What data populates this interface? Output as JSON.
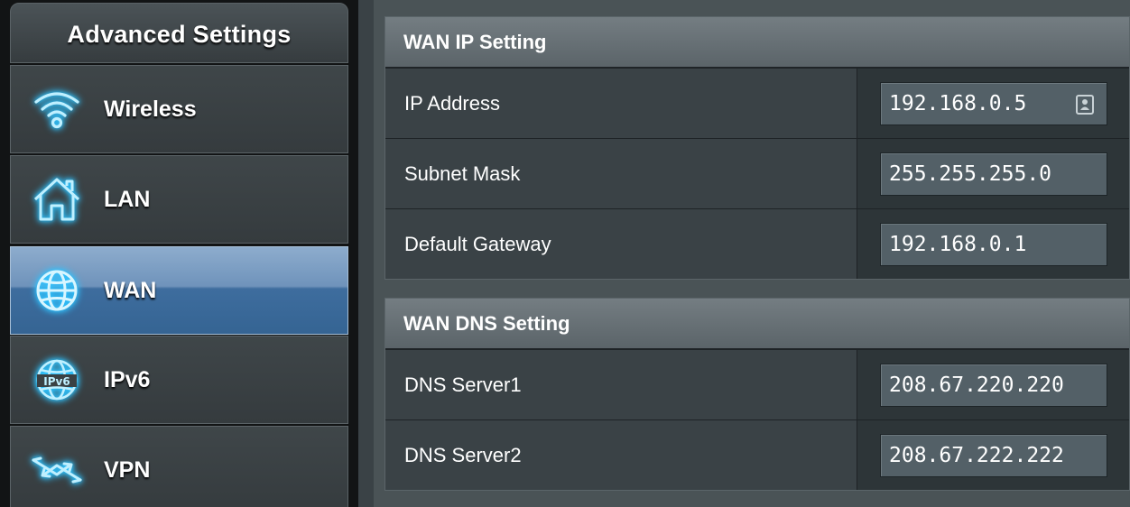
{
  "sidebar": {
    "title": "Advanced Settings",
    "items": [
      {
        "label": "Wireless",
        "icon": "wifi-icon"
      },
      {
        "label": "LAN",
        "icon": "home-icon"
      },
      {
        "label": "WAN",
        "icon": "globe-icon",
        "active": true
      },
      {
        "label": "IPv6",
        "icon": "ipv6-globe-icon"
      },
      {
        "label": "VPN",
        "icon": "vpn-arrows-icon"
      }
    ]
  },
  "wan_ip": {
    "title": "WAN IP Setting",
    "ip_label": "IP Address",
    "ip_value": "192.168.0.5",
    "mask_label": "Subnet Mask",
    "mask_value": "255.255.255.0",
    "gateway_label": "Default Gateway",
    "gateway_value": "192.168.0.1"
  },
  "wan_dns": {
    "title": "WAN DNS Setting",
    "dns1_label": "DNS Server1",
    "dns1_value": "208.67.220.220",
    "dns2_label": "DNS Server2",
    "dns2_value": "208.67.222.222"
  },
  "colors": {
    "accent_glow": "#2ec3ff",
    "active_item": "#3e6d9e",
    "panel_header": "#6a7378"
  }
}
